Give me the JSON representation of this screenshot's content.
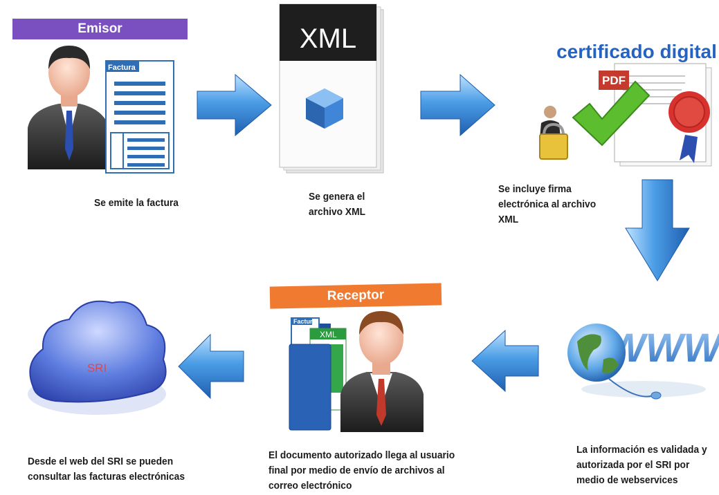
{
  "emisor": {
    "banner": "Emisor",
    "doc_label": "Factura",
    "caption": "Se emite la factura"
  },
  "xml_step": {
    "doc_label": "XML",
    "caption_line1": "Se genera el",
    "caption_line2": "archivo XML"
  },
  "firma_step": {
    "title": "certificado digital",
    "pdf_label": "PDF",
    "caption_line1": "Se incluye firma",
    "caption_line2": "electrónica al archivo",
    "caption_line3": "XML"
  },
  "sri_validation": {
    "www_label": "WWW",
    "caption_line1": "La información es validada y",
    "caption_line2": "autorizada por el SRI por",
    "caption_line3": "medio de webservices"
  },
  "receptor": {
    "banner": "Receptor",
    "factura_label": "Factura",
    "xml_label": "XML",
    "caption_line1": "El documento autorizado llega al usuario",
    "caption_line2": "final por medio de envío de archivos al",
    "caption_line3": "correo electrónico"
  },
  "sri_cloud": {
    "label": "SRI",
    "caption_line1": "Desde el web del SRI se pueden",
    "caption_line2": "consultar las facturas electrónicas"
  },
  "colors": {
    "emisor_banner": "#7a4fc0",
    "receptor_banner": "#f07a30",
    "arrow_blue": "#3b8ee0",
    "check_green": "#58b82e",
    "cloud_blue": "#3d5fc6"
  }
}
